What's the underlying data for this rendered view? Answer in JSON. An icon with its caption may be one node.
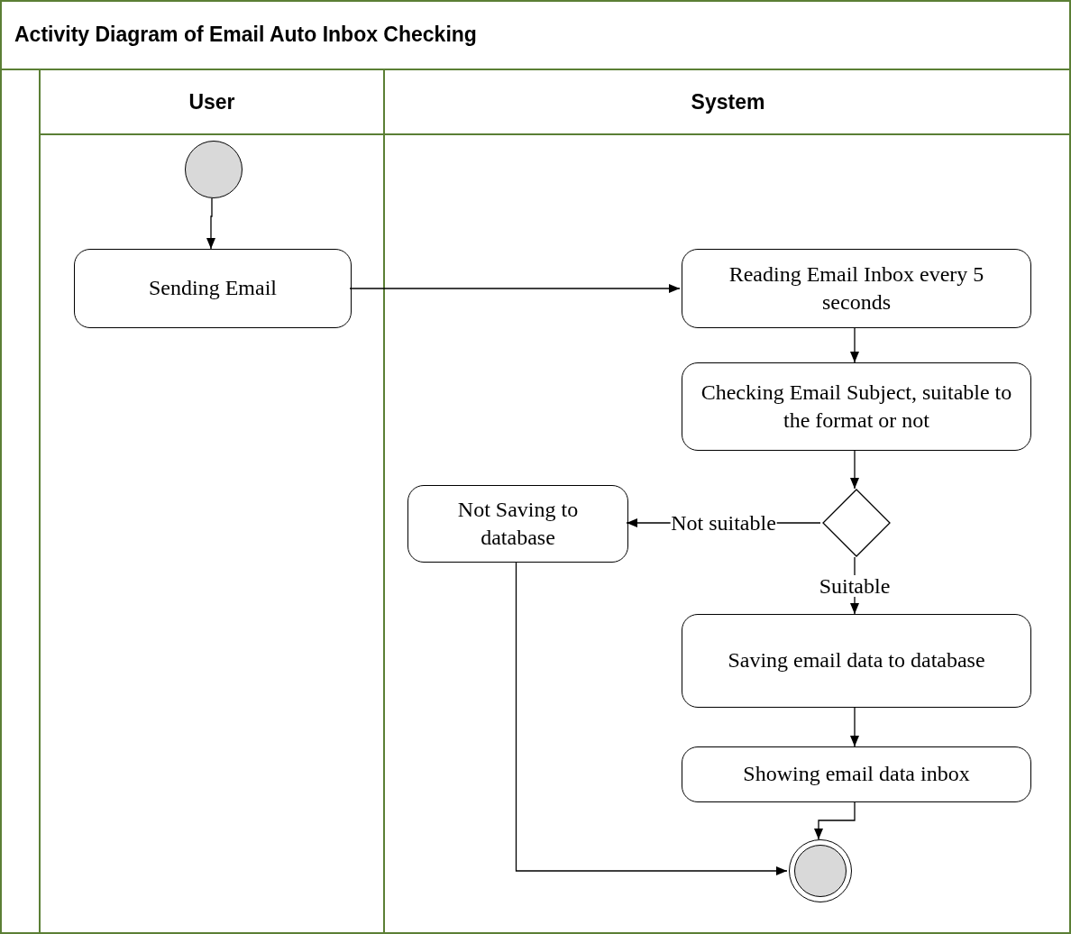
{
  "diagram": {
    "title": "Activity Diagram of Email Auto Inbox Checking",
    "nodes": [
      {
        "text": [
          "User"
        ]
      },
      {
        "text": [
          "System"
        ]
      },
      {
        "text": [],
        "shape": "circle",
        "in": 0
      },
      {
        "text": [
          "Sending Email"
        ],
        "in": 0
      },
      {
        "text": [
          "Reading Email Inbox every 5 seconds"
        ],
        "in": 1
      },
      {
        "text": [
          "Checking Email Subject, suitable to the format or not"
        ],
        "in": 1
      },
      {
        "text": [],
        "shape": "diamond",
        "in": 1
      },
      {
        "text": [
          "Not Saving to database"
        ],
        "in": 1
      },
      {
        "text": [
          "Saving email data to database"
        ],
        "in": 1
      },
      {
        "text": [
          "Showing email data inbox"
        ],
        "in": 1
      },
      {
        "text": [],
        "shape": "circle",
        "in": 1
      }
    ],
    "edges": [
      {
        "from": 2,
        "to": 3,
        "arrow": "to"
      },
      {
        "from": 3,
        "to": 4,
        "arrow": "to"
      },
      {
        "from": 4,
        "to": 5,
        "arrow": "to"
      },
      {
        "from": 5,
        "to": 6,
        "arrow": "to"
      },
      {
        "from": 6,
        "to": 7,
        "arrow": "to",
        "label": "Not suitable"
      },
      {
        "from": 6,
        "to": 8,
        "arrow": "to",
        "label": "Suitable"
      },
      {
        "from": 8,
        "to": 9,
        "arrow": "to"
      },
      {
        "from": 9,
        "to": 10,
        "arrow": "to"
      },
      {
        "from": 7,
        "to": 10,
        "arrow": "to"
      }
    ]
  }
}
